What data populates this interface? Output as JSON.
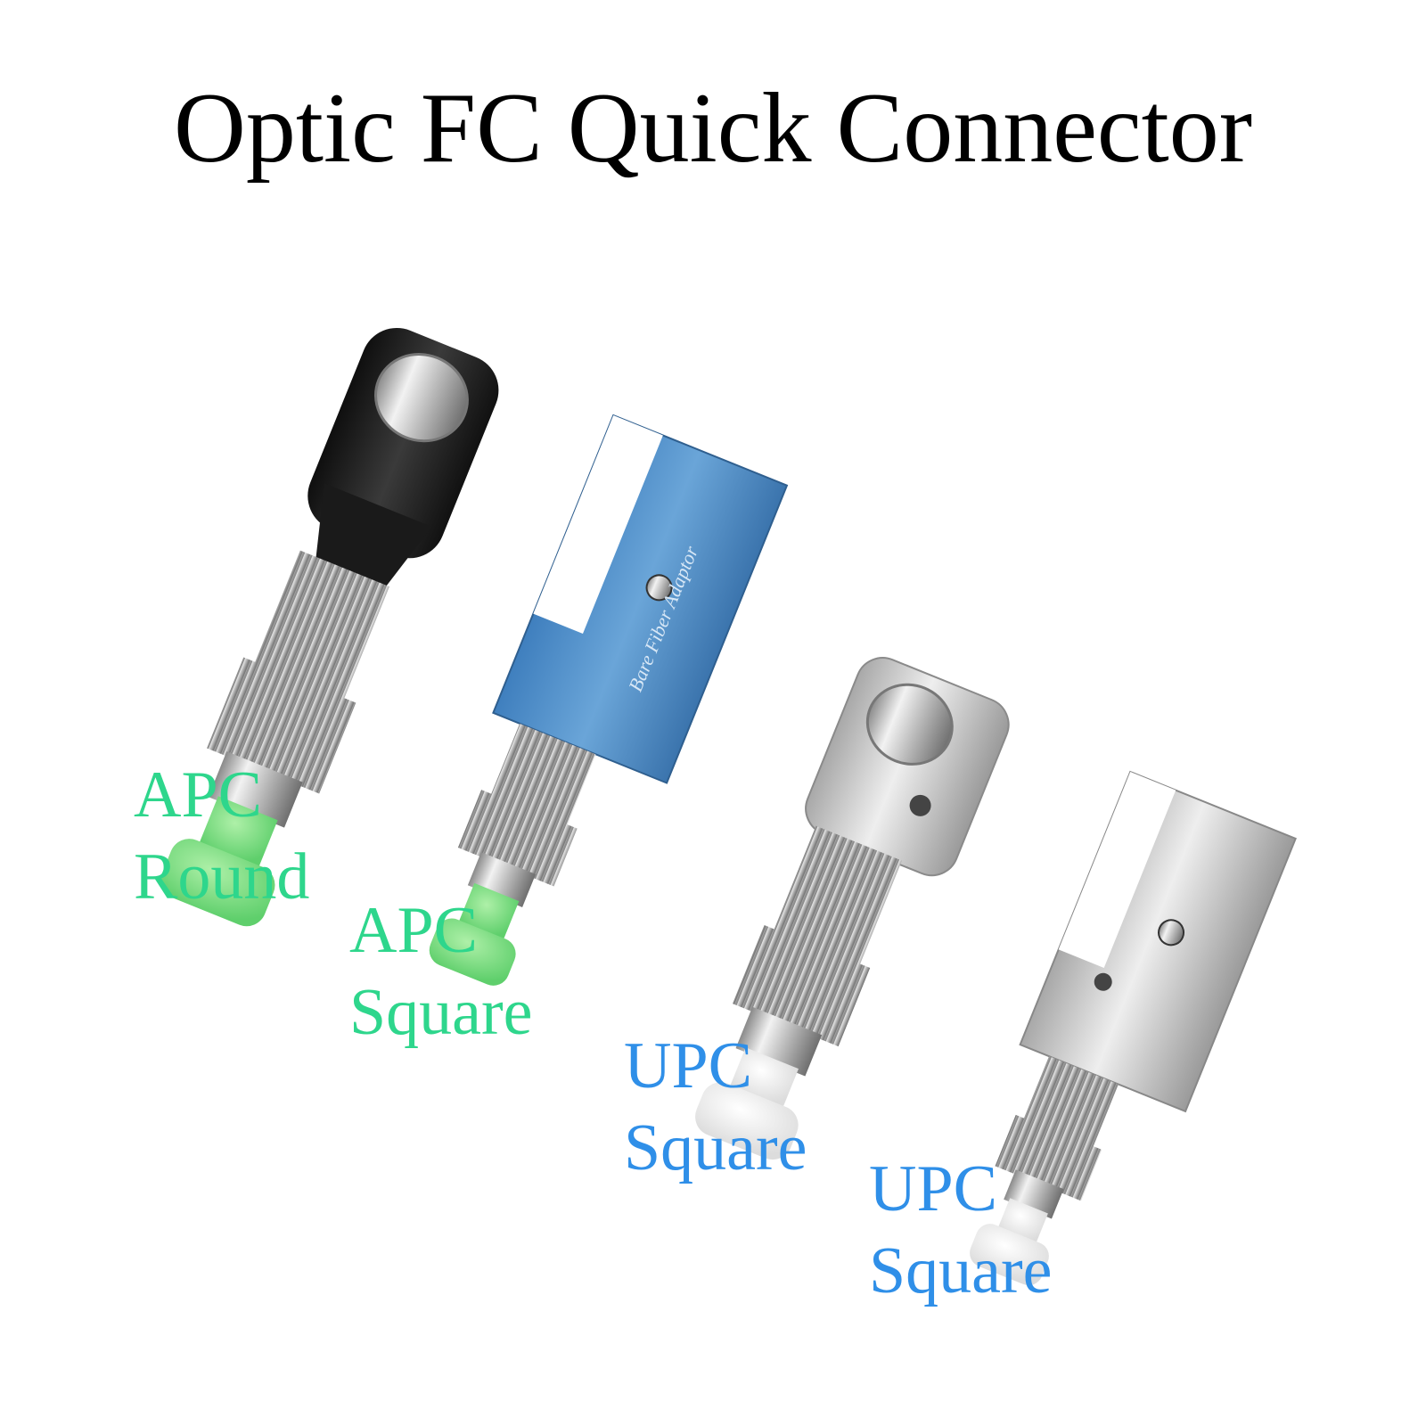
{
  "title": "Optic FC Quick Connector",
  "colors": {
    "apc_label": "#2ed68c",
    "upc_label": "#2f8fe8",
    "apc_cap": "#7ee28a",
    "upc_cap": "#f4f4f4",
    "black_body": "#1f1f1f",
    "blue_body": "#4f8cc7",
    "silver_body": "#c9c9c9"
  },
  "products": [
    {
      "type": "APC",
      "shape": "Round",
      "body": "black-round-holder"
    },
    {
      "type": "APC",
      "shape": "Square",
      "body": "blue-square-holder",
      "engraving": "Bare Fiber Adaptor"
    },
    {
      "type": "UPC",
      "shape": "Square",
      "body": "nickel-round-holder"
    },
    {
      "type": "UPC",
      "shape": "Square",
      "body": "silver-square-holder"
    }
  ]
}
